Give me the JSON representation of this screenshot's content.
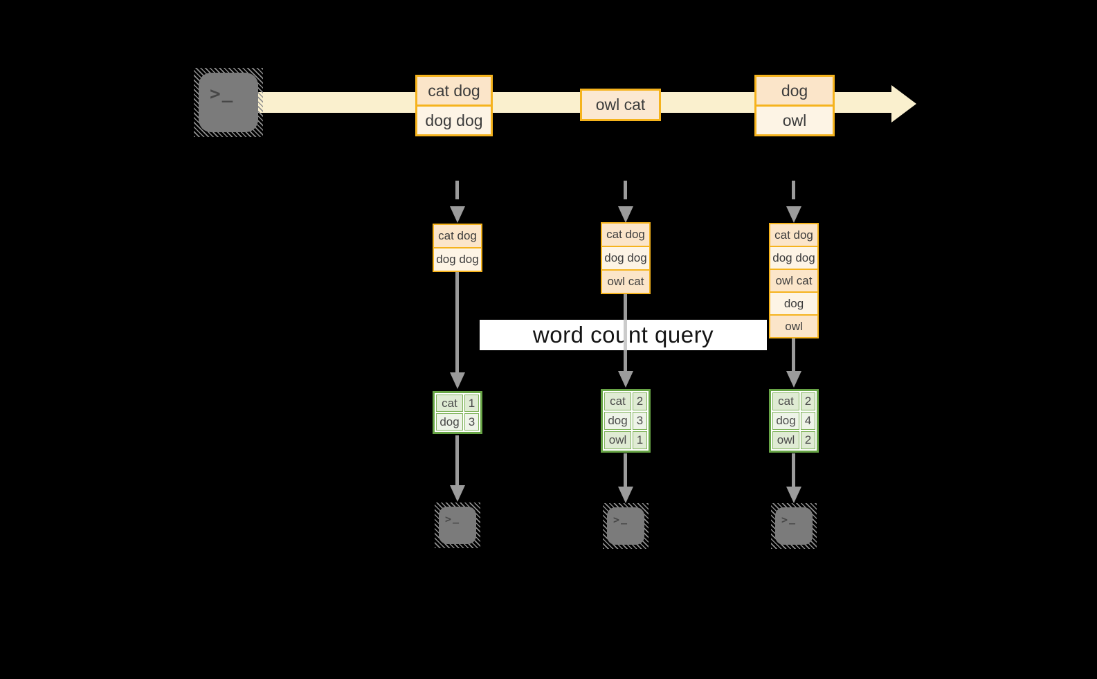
{
  "figure": {
    "query_label": "word count query",
    "source": {
      "icon": "terminal-icon"
    },
    "sink_icons": [
      "terminal-icon",
      "terminal-icon",
      "terminal-icon"
    ],
    "stream_events": [
      {
        "rows": [
          "cat dog",
          "dog dog"
        ]
      },
      {
        "rows": [
          "owl cat"
        ]
      },
      {
        "rows": [
          "dog",
          "owl"
        ]
      }
    ],
    "snapshots": [
      {
        "buffer": [
          "cat dog",
          "dog dog"
        ],
        "counts": [
          {
            "word": "cat",
            "count": "1"
          },
          {
            "word": "dog",
            "count": "3"
          }
        ]
      },
      {
        "buffer": [
          "cat dog",
          "dog dog",
          "owl cat"
        ],
        "counts": [
          {
            "word": "cat",
            "count": "2"
          },
          {
            "word": "dog",
            "count": "3"
          },
          {
            "word": "owl",
            "count": "1"
          }
        ]
      },
      {
        "buffer": [
          "cat dog",
          "dog dog",
          "owl cat",
          "dog",
          "owl"
        ],
        "counts": [
          {
            "word": "cat",
            "count": "2"
          },
          {
            "word": "dog",
            "count": "4"
          },
          {
            "word": "owl",
            "count": "2"
          }
        ]
      }
    ],
    "colors": {
      "background": "#000000",
      "stream_band": "#FAF0CE",
      "gold_border": "#F5B31D",
      "peach_dark": "#FBE5C9",
      "peach_light": "#FDF4E5",
      "green_border": "#68A546",
      "green_fill_dark": "#DFEBD3",
      "green_fill_light": "#EEF4E8",
      "arrow_gray": "#9B9B9B",
      "terminal_gray": "#7B7B7B",
      "banner_bg": "#FFFFFF"
    }
  }
}
